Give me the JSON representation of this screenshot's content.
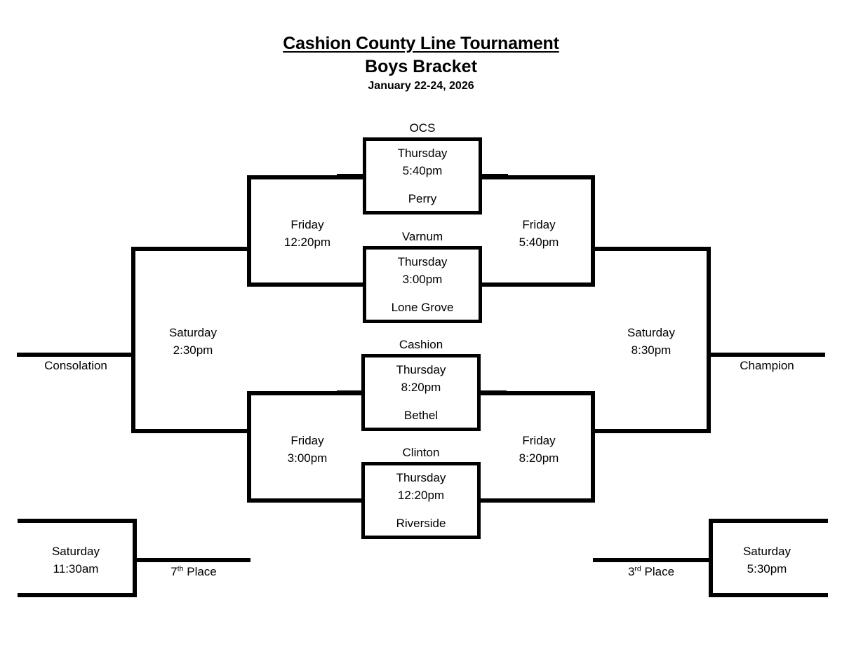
{
  "header": {
    "title": "Cashion County Line Tournament",
    "subtitle": "Boys Bracket",
    "dates": "January 22-24, 2026"
  },
  "bracket": {
    "round1": [
      {
        "id": "game-1",
        "top_team": "OCS",
        "bottom_team": "Perry",
        "day": "Thursday",
        "time": "5:40pm"
      },
      {
        "id": "game-2",
        "top_team": "Varnum",
        "bottom_team": "Lone Grove",
        "day": "Thursday",
        "time": "3:00pm"
      },
      {
        "id": "game-3",
        "top_team": "Cashion",
        "bottom_team": "Bethel",
        "day": "Thursday",
        "time": "8:20pm"
      },
      {
        "id": "game-4",
        "top_team": "Clinton",
        "bottom_team": "Riverside",
        "day": "Thursday",
        "time": "12:20pm"
      }
    ],
    "losers_semifinals": [
      {
        "id": "losers-semi-upper",
        "day": "Friday",
        "time": "12:20pm"
      },
      {
        "id": "losers-semi-lower",
        "day": "Friday",
        "time": "3:00pm"
      }
    ],
    "winners_semifinals": [
      {
        "id": "winners-semi-upper",
        "day": "Friday",
        "time": "5:40pm"
      },
      {
        "id": "winners-semi-lower",
        "day": "Friday",
        "time": "8:20pm"
      }
    ],
    "consolation_final": {
      "id": "consolation-final",
      "day": "Saturday",
      "time": "2:30pm",
      "outcome_label": "Consolation"
    },
    "championship": {
      "id": "championship",
      "day": "Saturday",
      "time": "8:30pm",
      "outcome_label": "Champion"
    },
    "seventh_place": {
      "id": "seventh-place-game",
      "day": "Saturday",
      "time": "11:30am",
      "place_number": "7",
      "place_ordinal": "th",
      "place_word": "Place"
    },
    "third_place": {
      "id": "third-place-game",
      "day": "Saturday",
      "time": "5:30pm",
      "place_number": "3",
      "place_ordinal": "rd",
      "place_word": "Place"
    }
  },
  "style": {
    "line_color": "#000000",
    "background": "#ffffff"
  }
}
